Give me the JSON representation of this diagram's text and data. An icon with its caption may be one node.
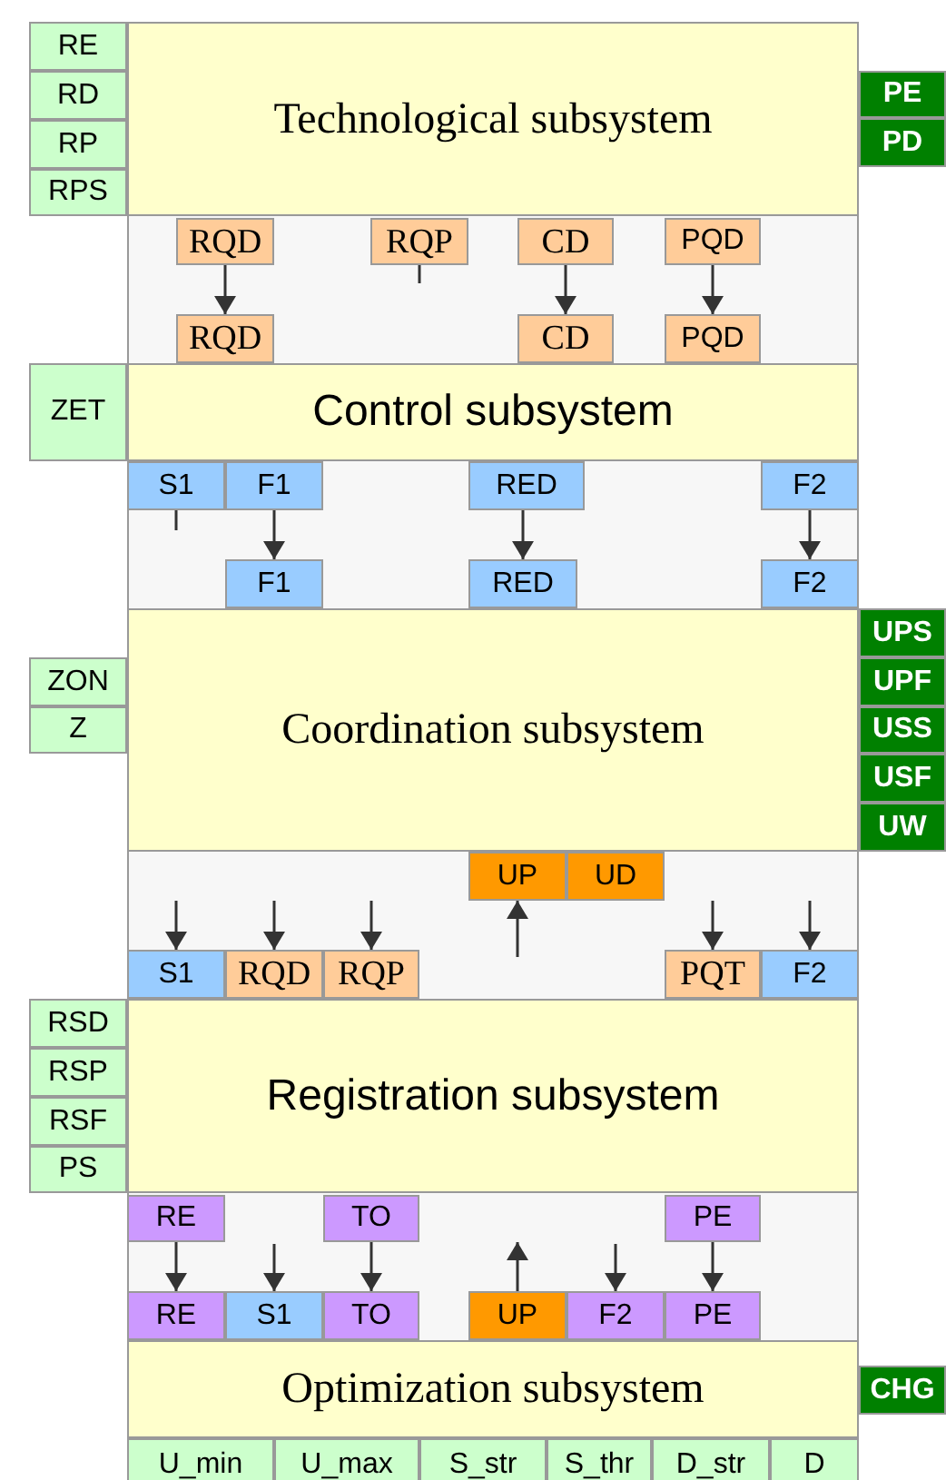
{
  "diagram": {
    "nodes": [
      {
        "text": [
          "RE"
        ]
      },
      {
        "text": [
          "RD"
        ]
      },
      {
        "text": [
          "RP"
        ]
      },
      {
        "text": [
          "RPS"
        ]
      },
      {
        "text": [
          "Technological subsystem"
        ]
      },
      {
        "text": [
          "PE"
        ]
      },
      {
        "text": [
          "PD"
        ]
      },
      {
        "text": [
          "RQD"
        ]
      },
      {
        "text": [
          "RQP"
        ]
      },
      {
        "text": [
          "CD"
        ]
      },
      {
        "text": [
          "PQD"
        ]
      },
      {
        "text": [
          "RQD"
        ]
      },
      {
        "text": [
          "CD"
        ]
      },
      {
        "text": [
          "PQD"
        ]
      },
      {
        "text": [
          "ZET"
        ]
      },
      {
        "text": [
          "Control subsystem"
        ]
      },
      {
        "text": [
          "S1"
        ]
      },
      {
        "text": [
          "F1"
        ]
      },
      {
        "text": [
          "RED"
        ]
      },
      {
        "text": [
          "F2"
        ]
      },
      {
        "text": [
          "F1"
        ]
      },
      {
        "text": [
          "RED"
        ]
      },
      {
        "text": [
          "F2"
        ]
      },
      {
        "text": [
          "ZON"
        ]
      },
      {
        "text": [
          "Z"
        ]
      },
      {
        "text": [
          "Coordination subsystem"
        ]
      },
      {
        "text": [
          "UPS"
        ]
      },
      {
        "text": [
          "UPF"
        ]
      },
      {
        "text": [
          "USS"
        ]
      },
      {
        "text": [
          "USF"
        ]
      },
      {
        "text": [
          "UW"
        ]
      },
      {
        "text": [
          "UP"
        ]
      },
      {
        "text": [
          "UD"
        ]
      },
      {
        "text": [
          "S1"
        ]
      },
      {
        "text": [
          "RQD"
        ]
      },
      {
        "text": [
          "RQP"
        ]
      },
      {
        "text": [
          "PQT"
        ]
      },
      {
        "text": [
          "F2"
        ]
      },
      {
        "text": [
          "RSD"
        ]
      },
      {
        "text": [
          "RSP"
        ]
      },
      {
        "text": [
          "RSF"
        ]
      },
      {
        "text": [
          "PS"
        ]
      },
      {
        "text": [
          "Registration subsystem"
        ]
      },
      {
        "text": [
          "RE"
        ]
      },
      {
        "text": [
          "TO"
        ]
      },
      {
        "text": [
          "PE"
        ]
      },
      {
        "text": [
          "RE"
        ]
      },
      {
        "text": [
          "S1"
        ]
      },
      {
        "text": [
          "TO"
        ]
      },
      {
        "text": [
          "UP"
        ]
      },
      {
        "text": [
          "F2"
        ]
      },
      {
        "text": [
          "PE"
        ]
      },
      {
        "text": [
          "Optimization subsystem"
        ]
      },
      {
        "text": [
          "CHG"
        ]
      },
      {
        "text": [
          "U_min"
        ]
      },
      {
        "text": [
          "U_max"
        ]
      },
      {
        "text": [
          "S_str"
        ]
      },
      {
        "text": [
          "S_thr"
        ]
      },
      {
        "text": [
          "D_str"
        ]
      },
      {
        "text": [
          "D"
        ]
      }
    ],
    "edges": [
      {
        "from": 7,
        "to": 11,
        "arrow": "to"
      },
      {
        "from": 8,
        "to": null,
        "arrow": "none"
      },
      {
        "from": 9,
        "to": 12,
        "arrow": "to"
      },
      {
        "from": 10,
        "to": 13,
        "arrow": "to"
      },
      {
        "from": 16,
        "to": null,
        "arrow": "none"
      },
      {
        "from": 17,
        "to": 20,
        "arrow": "to"
      },
      {
        "from": 18,
        "to": 21,
        "arrow": "to"
      },
      {
        "from": 19,
        "to": 22,
        "arrow": "to"
      },
      {
        "from": null,
        "to": 33,
        "arrow": "to"
      },
      {
        "from": null,
        "to": 34,
        "arrow": "to"
      },
      {
        "from": null,
        "to": 35,
        "arrow": "to"
      },
      {
        "from": null,
        "to": 31,
        "arrow": "to"
      },
      {
        "from": null,
        "to": 36,
        "arrow": "to"
      },
      {
        "from": null,
        "to": 37,
        "arrow": "to"
      },
      {
        "from": 43,
        "to": 46,
        "arrow": "to"
      },
      {
        "from": null,
        "to": 47,
        "arrow": "to"
      },
      {
        "from": 44,
        "to": 48,
        "arrow": "to"
      },
      {
        "from": 49,
        "to": null,
        "arrow": "to"
      },
      {
        "from": null,
        "to": 50,
        "arrow": "to"
      },
      {
        "from": 45,
        "to": 51,
        "arrow": "to"
      }
    ]
  }
}
